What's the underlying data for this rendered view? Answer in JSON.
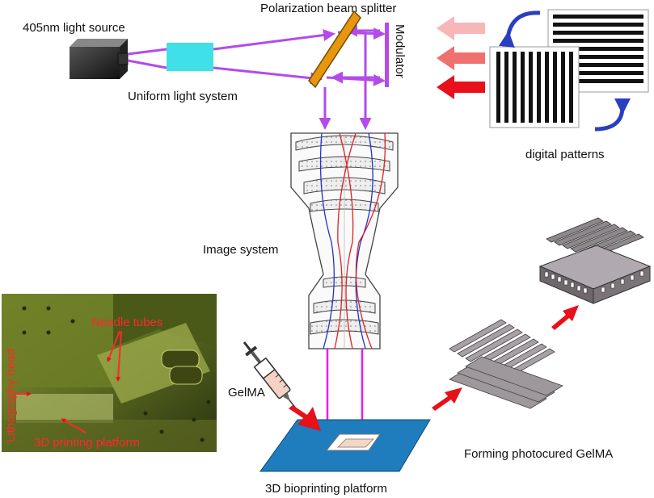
{
  "labels": {
    "light_source": "405nm light source",
    "uniform_light": "Uniform light system",
    "pbs": "Polarization beam splitter",
    "modulator": "Modulator",
    "digital_patterns": "digital patterns",
    "image_system": "Image system",
    "gelma": "GelMA",
    "bioprinting_platform": "3D bioprinting platform",
    "forming": "Forming photocured GelMA"
  },
  "photo": {
    "needle_tubes": "Needle tubes",
    "lithography_head": "Lithography head",
    "printing_platform": "3D printing platform"
  },
  "colors": {
    "beam": "#b44be8",
    "magenta": "#e81ee8",
    "red_arrow": "#e8101a",
    "uniform_box": "#40e0e8",
    "splitter": "#e8960c",
    "platform": "#1f7dbd",
    "rotation_arrow": "#2a3fbf"
  }
}
